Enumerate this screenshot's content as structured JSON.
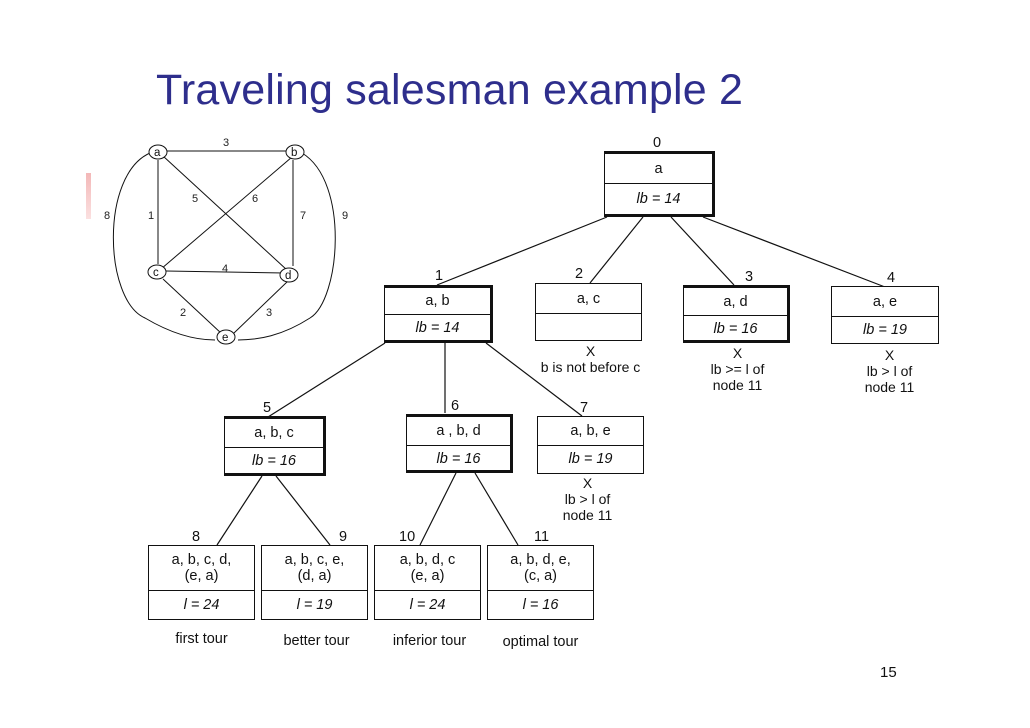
{
  "slide": {
    "title": "Traveling salesman example 2",
    "page_number": "15"
  },
  "graph": {
    "vertices": [
      "a",
      "b",
      "c",
      "d",
      "e"
    ],
    "edges": [
      {
        "from": "a",
        "to": "b",
        "weight": "3"
      },
      {
        "from": "a",
        "to": "c",
        "weight": "1"
      },
      {
        "from": "a",
        "to": "d",
        "weight": "5"
      },
      {
        "from": "b",
        "to": "c",
        "weight": "6"
      },
      {
        "from": "b",
        "to": "d",
        "weight": "7"
      },
      {
        "from": "c",
        "to": "d",
        "weight": "4"
      },
      {
        "from": "c",
        "to": "e",
        "weight": "2"
      },
      {
        "from": "d",
        "to": "e",
        "weight": "3"
      },
      {
        "from": "a",
        "to": "e",
        "weight": "8"
      },
      {
        "from": "b",
        "to": "e",
        "weight": "9"
      }
    ]
  },
  "tree": {
    "nodes": [
      {
        "id": "0",
        "path": "a",
        "bound": "lb = 14"
      },
      {
        "id": "1",
        "path": "a, b",
        "bound": "lb = 14"
      },
      {
        "id": "2",
        "path": "a, c",
        "bound": "",
        "note": "X\nb is not before c"
      },
      {
        "id": "3",
        "path": "a, d",
        "bound": "lb = 16",
        "note": "X\nlb >= l  of\nnode 11"
      },
      {
        "id": "4",
        "path": "a, e",
        "bound": "lb = 19",
        "note": "X\nlb > l  of\nnode 11"
      },
      {
        "id": "5",
        "path": "a, b, c",
        "bound": "lb = 16"
      },
      {
        "id": "6",
        "path": "a , b, d",
        "bound": "lb = 16"
      },
      {
        "id": "7",
        "path": "a, b, e",
        "bound": "lb =  19",
        "note": "X\nlb > l  of\nnode 11"
      },
      {
        "id": "8",
        "path": "a, b, c, d,\n(e, a)",
        "bound": "l  = 24",
        "caption": "first tour"
      },
      {
        "id": "9",
        "path": "a, b, c, e,\n(d, a)",
        "bound": "l  = 19",
        "caption": "better tour"
      },
      {
        "id": "10",
        "path": "a, b, d, c\n(e, a)",
        "bound": "l  = 24",
        "caption": "inferior tour"
      },
      {
        "id": "11",
        "path": "a, b, d, e,\n(c, a)",
        "bound": "l  = 16",
        "caption": "optimal  tour"
      }
    ]
  }
}
